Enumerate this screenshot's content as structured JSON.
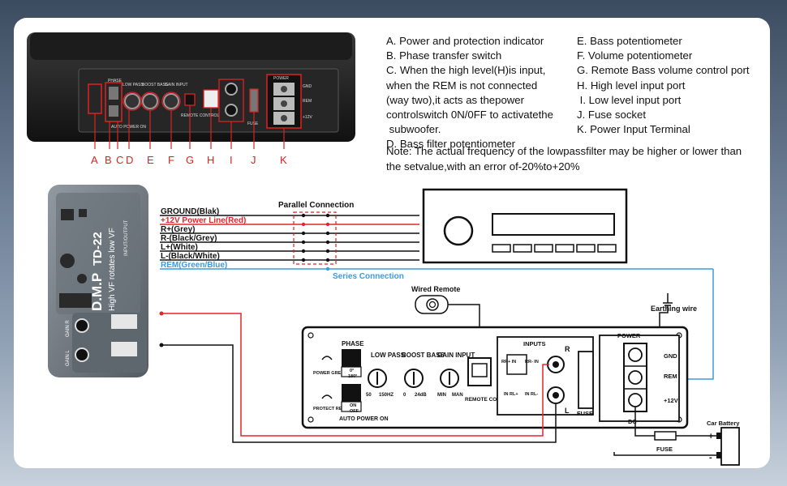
{
  "legend_left": [
    "A. Power and protection indicator",
    "B. Phase transfer switch",
    "C. When the high level(H)is input,",
    "when the REM is not connected",
    "(way two),it acts as thepower",
    "controlswitch 0N/0FF to activatethe",
    " subwoofer.",
    "D. Bass filter potentiometer"
  ],
  "legend_right": [
    "E. Bass potentiometer",
    "F. Volume potentiometer",
    "G. Remote Bass volume control port",
    "H. High level input port",
    " I. Low level input port",
    "J. Fuse socket",
    "K. Power Input Terminal"
  ],
  "note": "Note: The actual frequency of the lowpassfilter may be higher or lower than the setvalue,with an error of-20%to+20%",
  "callout_letters": [
    "A",
    "B",
    "C",
    "D",
    "E",
    "F",
    "G",
    "H",
    "I",
    "J",
    "K"
  ],
  "photo_panel": {
    "phase": "PHASE",
    "low_pass": "LOW PASS",
    "boost_bass": "BOOST BASS",
    "gain_input": "GAIN INPUT",
    "remote_control": "REMOTE CONTROL",
    "power": "POWER",
    "gnd": "GND",
    "rem": "REM",
    "v12": "+12V",
    "fuse": "FUSE",
    "auto_power_on": "AUTO POWER ON"
  },
  "device": {
    "brand": "D.M.P",
    "model": "TD-22",
    "subtitle": "High VF rotates low VF",
    "input_output": "INPUT/OUTPUT",
    "gain_r": "GAIN R",
    "gain_l": "GAIN L"
  },
  "wires": [
    {
      "label": "GROUND(Blak)",
      "color": "#111111"
    },
    {
      "label": "+12V Power Line(Red)",
      "color": "#e0262b"
    },
    {
      "label": "R+(Grey)",
      "color": "#111111"
    },
    {
      "label": "R-(Black/Grey)",
      "color": "#111111"
    },
    {
      "label": "L+(White)",
      "color": "#111111"
    },
    {
      "label": "L-(Black/White)",
      "color": "#111111"
    },
    {
      "label": "REM(Green/Blue)",
      "color": "#3a9be0"
    }
  ],
  "connections": {
    "parallel": "Parallel Connection",
    "series": "Series Connection",
    "wired_remote": "Wired Remote",
    "earthing": "Earthing wire",
    "car_battery": "Car Battery",
    "fuse": "FUSE"
  },
  "schematic": {
    "phase": "PHASE",
    "phase_0": "0°",
    "phase_180": "180°",
    "on": "ON",
    "off": "OFF",
    "power_green": "POWER GREEN",
    "protect_red": "PROTECT RED",
    "low_pass": "LOW PASS",
    "boost_bass": "BOOST BASS",
    "gain_input": "GAIN INPUT",
    "lp_min": "50",
    "lp_max": "150HZ",
    "bb_min": "0",
    "bb_max": "24dB",
    "gi_min": "MIN",
    "gi_max": "MAN",
    "remote_control": "REMOTE CONTROL",
    "auto_power_on": "AUTO POWER ON",
    "inputs": "INPUTS",
    "rr_in_plus": "RR+ IN",
    "rr_in_minus": "RR- IN",
    "in_rl_plus": "IN RL+",
    "in_rl_minus": "IN RL-",
    "r": "R",
    "l": "L",
    "fuse": "FUSE",
    "power": "POWER",
    "gnd": "GND",
    "rem": "REM",
    "v12": "+12V",
    "dc": "DC"
  },
  "battery_plus": "+",
  "battery_minus": "-"
}
